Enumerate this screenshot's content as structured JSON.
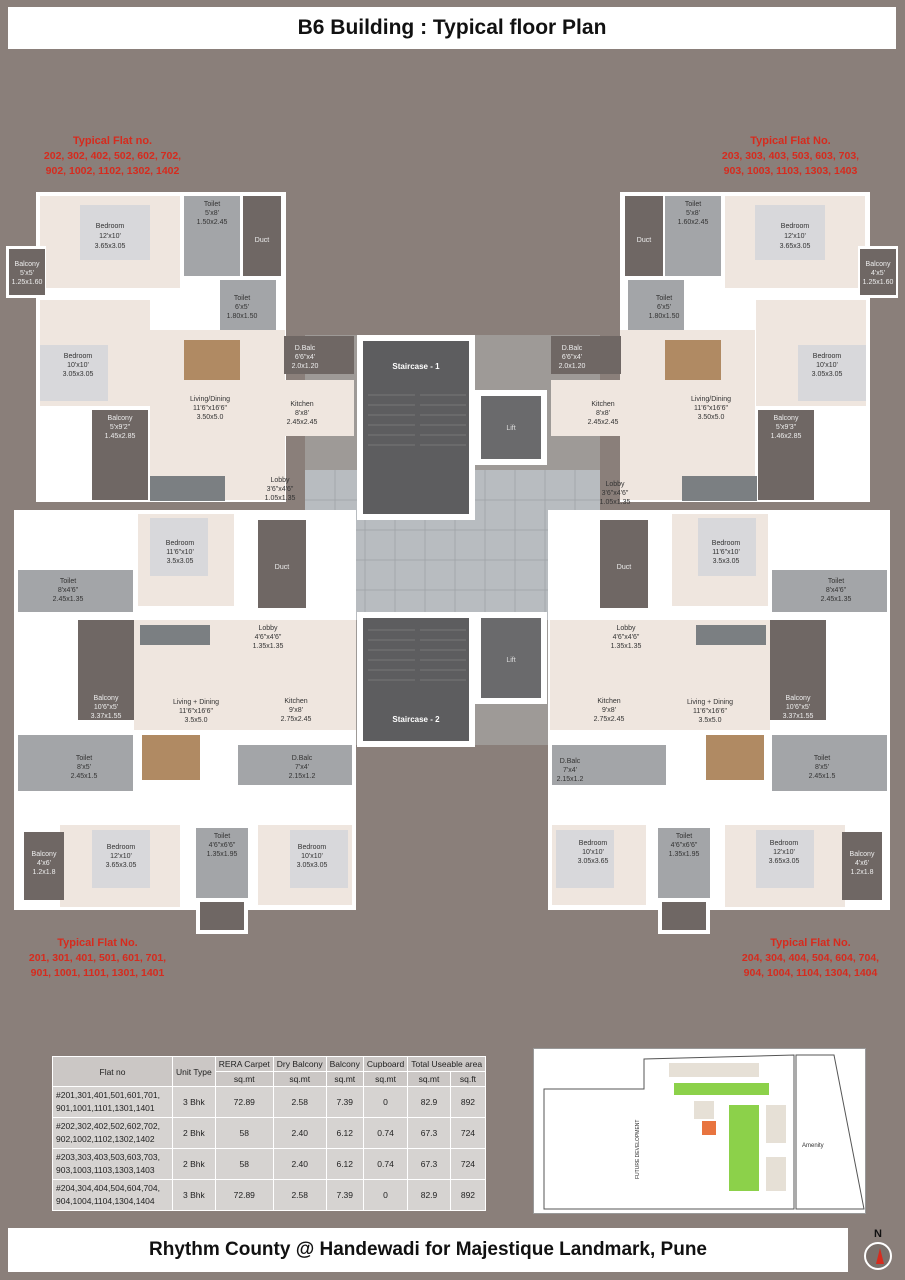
{
  "title": "B6 Building : Typical floor Plan",
  "footer": "Rhythm County @ Handewadi for Majestique Landmark, Pune",
  "north_label": "N",
  "flat_labels": {
    "top_left": {
      "head": "Typical Flat no.",
      "l1": "202, 302, 402, 502, 602, 702,",
      "l2": "902, 1002, 1102, 1302, 1402"
    },
    "top_right": {
      "head": "Typical Flat No.",
      "l1": "203, 303, 403, 503, 603, 703,",
      "l2": "903, 1003, 1103, 1303, 1403"
    },
    "bottom_left": {
      "head": "Typical Flat No.",
      "l1": "201, 301, 401, 501, 601, 701,",
      "l2": "901, 1001, 1101, 1301, 1401"
    },
    "bottom_right": {
      "head": "Typical Flat No.",
      "l1": "204, 304, 404, 504, 604, 704,",
      "l2": "904, 1004, 1104, 1304, 1404"
    }
  },
  "rooms": {
    "staircase1": "Staircase - 1",
    "staircase2": "Staircase - 2",
    "lift": "Lift",
    "duct": "Duct",
    "tl_bedroom": [
      "Bedroom",
      "12'x10'",
      "3.65x3.05"
    ],
    "tl_toilet": [
      "Toilet",
      "5'x8'",
      "1.50x2.45"
    ],
    "tl_balcony": [
      "Balcony",
      "5'x5'",
      "1.25x1.60"
    ],
    "tl_toilet2": [
      "Toilet",
      "6'x5'",
      "1.80x1.50"
    ],
    "tl_bedroom2": [
      "Bedroom",
      "10'x10'",
      "3.05x3.05"
    ],
    "tl_dbalc": [
      "D.Balc",
      "6'6\"x4'",
      "2.0x1.20"
    ],
    "tl_living": [
      "Living/Dining",
      "11'6\"x16'6\"",
      "3.50x5.0"
    ],
    "tl_kitchen": [
      "Kitchen",
      "8'x8'",
      "2.45x2.45"
    ],
    "tl_balcony2": [
      "Balcony",
      "5'x9'2\"",
      "1.45x2.85"
    ],
    "tl_lobby": [
      "Lobby",
      "3'6\"x4'6\"",
      "1.05x1.35"
    ],
    "tr_toilet": [
      "Toilet",
      "5'x8'",
      "1.60x2.45"
    ],
    "tr_bedroom": [
      "Bedroom",
      "12'x10'",
      "3.65x3.05"
    ],
    "tr_balcony": [
      "Balcony",
      "4'x5'",
      "1.25x1.60"
    ],
    "tr_toilet2": [
      "Toilet",
      "6'x5'",
      "1.80x1.50"
    ],
    "tr_dbalc": [
      "D.Balc",
      "6'6\"x4'",
      "2.0x1.20"
    ],
    "tr_bedroom2": [
      "Bedroom",
      "10'x10'",
      "3.05x3.05"
    ],
    "tr_kitchen": [
      "Kitchen",
      "8'x8'",
      "2.45x2.45"
    ],
    "tr_living": [
      "Living/Dining",
      "11'6\"x16'6\"",
      "3.50x5.0"
    ],
    "tr_balcony2": [
      "Balcony",
      "5'x9'3\"",
      "1.46x2.85"
    ],
    "tr_lobby": [
      "Lobby",
      "3'6\"x4'6\"",
      "1.05x1.35"
    ],
    "bl_bedroom": [
      "Bedroom",
      "11'6\"x10'",
      "3.5x3.05"
    ],
    "bl_toilet": [
      "Toilet",
      "8'x4'6\"",
      "2.45x1.35"
    ],
    "bl_lobby": [
      "Lobby",
      "4'6\"x4'6\"",
      "1.35x1.35"
    ],
    "bl_living": [
      "Living + Dining",
      "11'6\"x16'6\"",
      "3.5x5.0"
    ],
    "bl_kitchen": [
      "Kitchen",
      "9'x8'",
      "2.75x2.45"
    ],
    "bl_balcony": [
      "Balcony",
      "10'6\"x5'",
      "3.37x1.55"
    ],
    "bl_toilet2": [
      "Toilet",
      "8'x5'",
      "2.45x1.5"
    ],
    "bl_dbalc": [
      "D.Balc",
      "7'x4'",
      "2.15x1.2"
    ],
    "bl_bedroom2": [
      "Bedroom",
      "12'x10'",
      "3.65x3.05"
    ],
    "bl_toilet3": [
      "Toilet",
      "4'6\"x6'6\"",
      "1.35x1.95"
    ],
    "bl_bedroom3": [
      "Bedroom",
      "10'x10'",
      "3.05x3.05"
    ],
    "bl_balcony2": [
      "Balcony",
      "4'x6'",
      "1.2x1.8"
    ],
    "br_bedroom": [
      "Bedroom",
      "11'6\"x10'",
      "3.5x3.05"
    ],
    "br_toilet": [
      "Toilet",
      "8'x4'6\"",
      "2.45x1.35"
    ],
    "br_lobby": [
      "Lobby",
      "4'6\"x4'6\"",
      "1.35x1.35"
    ],
    "br_kitchen": [
      "Kitchen",
      "9'x8'",
      "2.75x2.45"
    ],
    "br_living": [
      "Living + Dining",
      "11'6\"x16'6\"",
      "3.5x5.0"
    ],
    "br_balcony": [
      "Balcony",
      "10'6\"x5'",
      "3.37x1.55"
    ],
    "br_dbalc": [
      "D.Balc",
      "7'x4'",
      "2.15x1.2"
    ],
    "br_toilet2": [
      "Toilet",
      "8'x5'",
      "2.45x1.5"
    ],
    "br_bedroom2": [
      "Bedroom",
      "10'x10'",
      "3.05x3.65"
    ],
    "br_toilet3": [
      "Toilet",
      "4'6\"x6'6\"",
      "1.35x1.95"
    ],
    "br_bedroom3": [
      "Bedroom",
      "12'x10'",
      "3.65x3.05"
    ],
    "br_balcony2": [
      "Balcony",
      "4'x6'",
      "1.2x1.8"
    ]
  },
  "area_table": {
    "headers": [
      "Flat no",
      "Unit Type",
      "RERA Carpet",
      "Dry Balcony",
      "Balcony",
      "Cupboard",
      "Total Useable area"
    ],
    "subheaders": [
      "sq.mt",
      "sq.mt",
      "sq.mt",
      "sq.mt",
      "sq.mt",
      "sq.ft"
    ],
    "rows": [
      [
        "#201,301,401,501,601,701, 901,1001,1101,1301,1401",
        "3 Bhk",
        "72.89",
        "2.58",
        "7.39",
        "0",
        "82.9",
        "892"
      ],
      [
        "#202,302,402,502,602,702, 902,1002,1102,1302,1402",
        "2 Bhk",
        "58",
        "2.40",
        "6.12",
        "0.74",
        "67.3",
        "724"
      ],
      [
        "#203,303,403,503,603,703, 903,1003,1103,1303,1403",
        "2 Bhk",
        "58",
        "2.40",
        "6.12",
        "0.74",
        "67.3",
        "724"
      ],
      [
        "#204,304,404,504,604,704, 904,1004,1104,1304,1404",
        "3 Bhk",
        "72.89",
        "2.58",
        "7.39",
        "0",
        "82.9",
        "892"
      ]
    ]
  },
  "site_map": {
    "future": "FUTURE DEVELOPMENT",
    "amenity": "Amenity"
  }
}
